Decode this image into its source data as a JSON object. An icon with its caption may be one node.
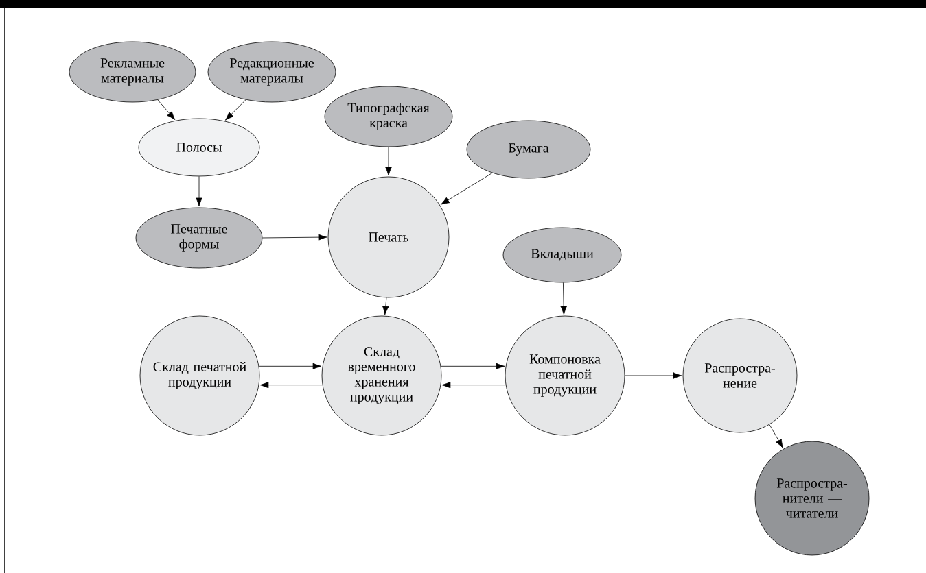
{
  "diagram": {
    "nodes": [
      {
        "text": [
          "Рекламные материалы"
        ]
      },
      {
        "text": [
          "Редакционные материалы"
        ]
      },
      {
        "text": [
          "Полосы"
        ]
      },
      {
        "text": [
          "Печатные формы"
        ]
      },
      {
        "text": [
          "Типографская краска"
        ]
      },
      {
        "text": [
          "Бумага"
        ]
      },
      {
        "text": [
          "Печать"
        ]
      },
      {
        "text": [
          "Вкладыши"
        ]
      },
      {
        "text": [
          "Склад печатной продукции"
        ]
      },
      {
        "text": [
          "Склад временного хранения продукции"
        ]
      },
      {
        "text": [
          "Компоновка печатной продукции"
        ]
      },
      {
        "text": [
          "Распростра- нение"
        ]
      },
      {
        "text": [
          "Распростра- нители — читатели"
        ]
      }
    ],
    "edges": [
      {
        "from": 0,
        "to": 2,
        "arrow": "to"
      },
      {
        "from": 1,
        "to": 2,
        "arrow": "to"
      },
      {
        "from": 2,
        "to": 3,
        "arrow": "to"
      },
      {
        "from": 3,
        "to": 6,
        "arrow": "to"
      },
      {
        "from": 4,
        "to": 6,
        "arrow": "to"
      },
      {
        "from": 5,
        "to": 6,
        "arrow": "to"
      },
      {
        "from": 6,
        "to": 9,
        "arrow": "to"
      },
      {
        "from": 7,
        "to": 10,
        "arrow": "to"
      },
      {
        "from": 8,
        "to": 9,
        "arrow": "to"
      },
      {
        "from": 9,
        "to": 8,
        "arrow": "to"
      },
      {
        "from": 9,
        "to": 10,
        "arrow": "to"
      },
      {
        "from": 10,
        "to": 9,
        "arrow": "to"
      },
      {
        "from": 10,
        "to": 11,
        "arrow": "to"
      },
      {
        "from": 11,
        "to": 12,
        "arrow": "to"
      }
    ]
  }
}
